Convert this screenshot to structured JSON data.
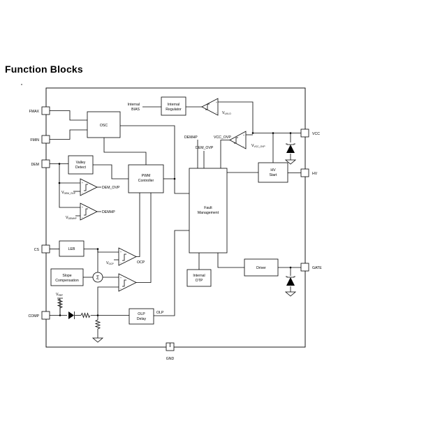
{
  "page_title": "Function Blocks",
  "pins": {
    "fmax": "FMAX",
    "fmin": "FMIN",
    "dem": "DEM",
    "cs": "CS",
    "comp": "COMP",
    "vcc": "VCC",
    "hv": "HV",
    "gate": "GATE",
    "gnd": "GND"
  },
  "blocks": {
    "internal_bias": [
      "Internal",
      "BIAS"
    ],
    "internal_regulator": [
      "Internal",
      "Regulator"
    ],
    "osc": "OSC",
    "valley_detect": [
      "Valley",
      "Detect"
    ],
    "pwm_controller": [
      "PWM",
      "Controller"
    ],
    "fault_management": [
      "Fault",
      "Management"
    ],
    "hv_start": [
      "HV",
      "Start"
    ],
    "driver": "Driver",
    "leb": "LEB",
    "slope_compensation": [
      "Slope",
      "Compensation"
    ],
    "internal_otp": [
      "Internal",
      "OTP"
    ],
    "olp_delay": [
      "OLP",
      "Delay"
    ]
  },
  "signals": {
    "dem_ovp": "DEM_OVP",
    "demhp": "DEMHP",
    "demhp_top": "DEMHP",
    "dem_ovp_top": "DEM_OVP",
    "vcc_ovp": "VCC_OVP",
    "ocp": "OCP",
    "olp": "OLP",
    "sigma": "Σ"
  },
  "references": {
    "vdem_ovp": {
      "main": "V",
      "sub": "DEM_OVP"
    },
    "vdemhp": {
      "main": "V",
      "sub": "DEMHP"
    },
    "vocp": {
      "main": "V",
      "sub": "OCP"
    },
    "vvcc_ovp": {
      "main": "V",
      "sub": "VCC_OVP"
    },
    "vuvlo": {
      "main": "V",
      "sub": "UVLO"
    },
    "vref": {
      "main": "V",
      "sub": "REF"
    }
  }
}
